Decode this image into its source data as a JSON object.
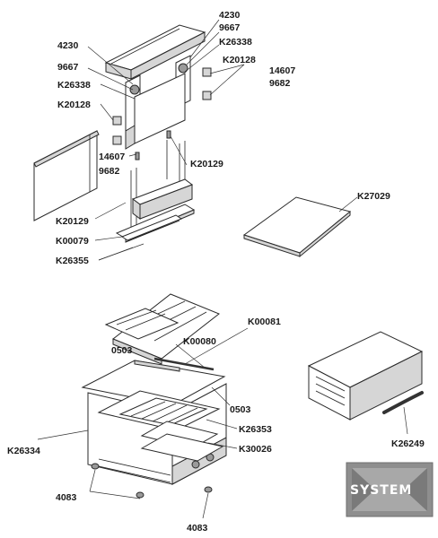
{
  "labels": {
    "l4230_top": "4230",
    "l9667_top": "9667",
    "lK26338_top": "K26338",
    "lK20128_right": "K20128",
    "l14607_right": "14607",
    "l9682_right": "9682",
    "l4230_left": "4230",
    "l9667_left": "9667",
    "lK26338_left": "K26338",
    "lK20128_left": "K20128",
    "l14607_mid": "14607",
    "l9682_mid": "9682",
    "lK20129_right": "K20129",
    "lK20129_left": "K20129",
    "lK00079": "K00079",
    "lK26355": "K26355",
    "lK27029": "K27029",
    "lK00081": "K00081",
    "l0503_left": "0503",
    "lK00080": "K00080",
    "l0503_right": "0503",
    "lK26353": "K26353",
    "lK30026": "K30026",
    "lK26334": "K26334",
    "lK26249": "K26249",
    "l4083_left": "4083",
    "l4083_bottom": "4083"
  },
  "logo": {
    "text": "SYSTEM"
  }
}
